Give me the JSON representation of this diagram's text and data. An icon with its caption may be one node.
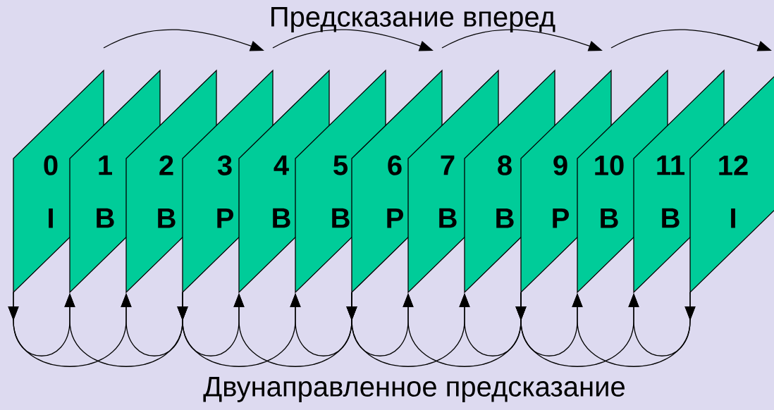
{
  "diagram": {
    "nodes": [
      {
        "text": [
          "0",
          "I"
        ]
      },
      {
        "text": [
          "1",
          "B"
        ]
      },
      {
        "text": [
          "2",
          "B"
        ]
      },
      {
        "text": [
          "3",
          "P"
        ]
      },
      {
        "text": [
          "4",
          "B"
        ]
      },
      {
        "text": [
          "5",
          "B"
        ]
      },
      {
        "text": [
          "6",
          "P"
        ]
      },
      {
        "text": [
          "7",
          "B"
        ]
      },
      {
        "text": [
          "8",
          "B"
        ]
      },
      {
        "text": [
          "9",
          "P"
        ]
      },
      {
        "text": [
          "10",
          "B"
        ]
      },
      {
        "text": [
          "11",
          "B"
        ]
      },
      {
        "text": [
          "12",
          "I"
        ]
      }
    ],
    "edges": [
      {
        "from": 0,
        "to": 3,
        "arrow": "to"
      },
      {
        "from": 3,
        "to": 6,
        "arrow": "to"
      },
      {
        "from": 6,
        "to": 9,
        "arrow": "to"
      },
      {
        "from": 9,
        "to": 12,
        "arrow": "to"
      },
      {
        "from": 0,
        "to": 1,
        "arrow": "to"
      },
      {
        "from": 0,
        "to": 2,
        "arrow": "to"
      },
      {
        "from": 3,
        "to": 1,
        "arrow": "to"
      },
      {
        "from": 3,
        "to": 2,
        "arrow": "to"
      },
      {
        "from": 3,
        "to": 4,
        "arrow": "to"
      },
      {
        "from": 3,
        "to": 5,
        "arrow": "to"
      },
      {
        "from": 6,
        "to": 4,
        "arrow": "to"
      },
      {
        "from": 6,
        "to": 5,
        "arrow": "to"
      },
      {
        "from": 6,
        "to": 7,
        "arrow": "to"
      },
      {
        "from": 6,
        "to": 8,
        "arrow": "to"
      },
      {
        "from": 9,
        "to": 7,
        "arrow": "to"
      },
      {
        "from": 9,
        "to": 8,
        "arrow": "to"
      },
      {
        "from": 9,
        "to": 10,
        "arrow": "to"
      },
      {
        "from": 9,
        "to": 11,
        "arrow": "to"
      },
      {
        "from": 12,
        "to": 10,
        "arrow": "to"
      },
      {
        "from": 12,
        "to": 11,
        "arrow": "to"
      }
    ],
    "labels": [
      "Предсказание вперед",
      "Двунаправленное предсказание"
    ]
  }
}
